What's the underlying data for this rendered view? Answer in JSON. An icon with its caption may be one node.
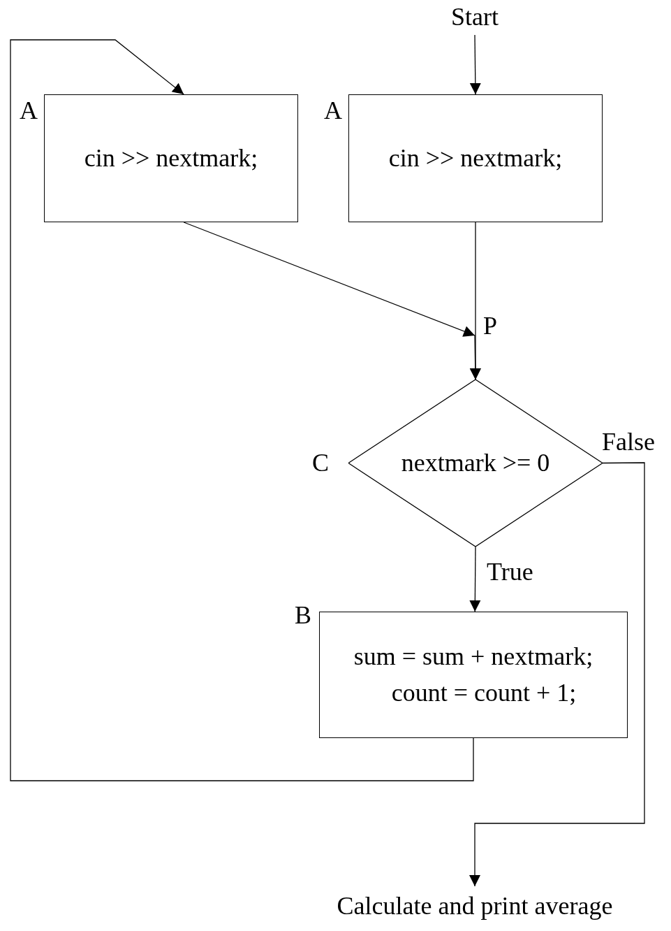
{
  "diagram": {
    "nodes": [
      {
        "text": [
          "Start"
        ]
      },
      {
        "text": [
          "cin >> nextmark;"
        ],
        "beside": [
          "A"
        ]
      },
      {
        "text": [
          "cin >> nextmark;"
        ],
        "beside": [
          "A"
        ]
      },
      {
        "text": [
          "nextmark >= 0"
        ],
        "beside": [
          "C"
        ]
      },
      {
        "text": [
          "sum = sum + nextmark;",
          "count = count + 1;"
        ],
        "beside": [
          "B"
        ]
      },
      {
        "text": [
          "Calculate and print average"
        ]
      }
    ],
    "edges": [
      {
        "from": 0,
        "to": 2,
        "arrow": "to"
      },
      {
        "from": 1,
        "to": 3,
        "arrow": "to"
      },
      {
        "from": 2,
        "to": 3,
        "arrow": "to"
      },
      {
        "from": 3,
        "to": 4,
        "arrow": "to",
        "label": "True"
      },
      {
        "from": 3,
        "to": 5,
        "arrow": "to",
        "label": "False"
      },
      {
        "from": 4,
        "to": 1,
        "arrow": "to"
      }
    ],
    "labels": [
      "P"
    ]
  }
}
